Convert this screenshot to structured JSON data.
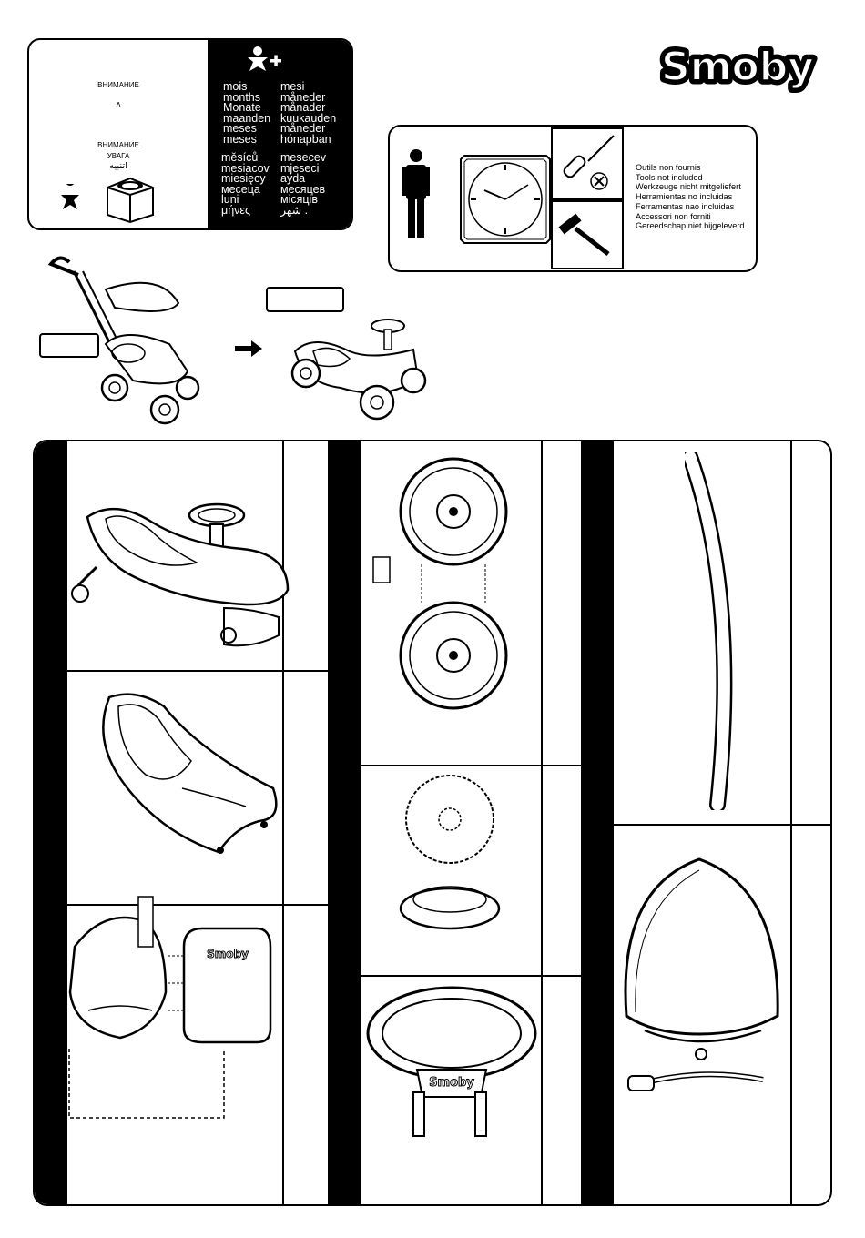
{
  "brand": {
    "logo_text": "Smoby"
  },
  "age_warning": {
    "warning_ru": "ВНИМАНИЕ",
    "warning_symbol": "Δ",
    "warning_ru_2": "ВНИМАНИЕ",
    "warning_uk": "УВАГА",
    "warning_ar": "تنبيه!",
    "units_col1": [
      "mois",
      "months",
      "Monate",
      "maanden",
      "meses",
      "meses"
    ],
    "units_col2": [
      "mesi",
      "måneder",
      "månader",
      "kuukauden",
      "måneder",
      "hónapban"
    ],
    "units_col3": [
      "měsíců",
      "mesiacov",
      "miesięcy",
      "месеца",
      "luni",
      "μήνες"
    ],
    "units_col4": [
      "mesecev",
      "mjeseci",
      "ayda",
      "месяцев",
      "місяців",
      "شهر ."
    ]
  },
  "tools": {
    "lines": [
      "Outils non  fournis",
      "Tools not included",
      "Werkzeuge nicht mitgeliefert",
      "Herramientas no incluidas",
      "Ferramentas nao incluidas",
      "Accessori non forniti",
      "Gereedschap niet bijgeleverd"
    ]
  },
  "parts": {
    "seat_logo": "Smoby",
    "handle_logo": "Smoby"
  }
}
